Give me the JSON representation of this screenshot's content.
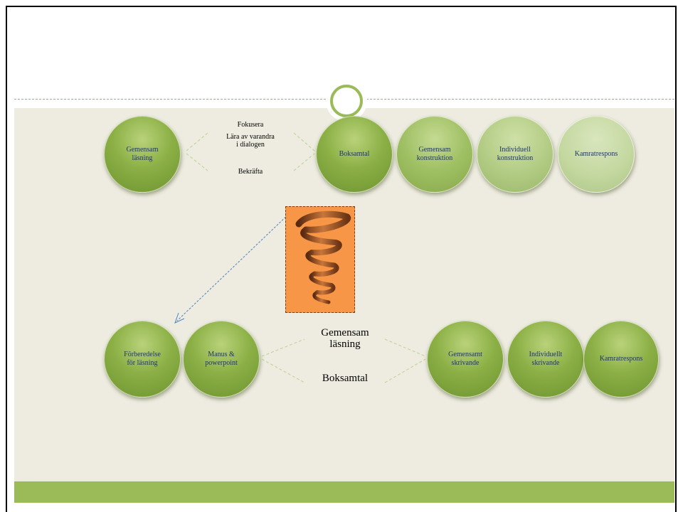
{
  "diagram": {
    "top_row": {
      "left_bubble": "Gemensam\nläsning",
      "center_labels": [
        "Fokusera",
        "Lära av varandra\ni dialogen",
        "Bekräfta"
      ],
      "bubbles": [
        "Boksamtal",
        "Gemensam\nkonstruktion",
        "Individuell\nkonstruktion",
        "Kamratrespons"
      ]
    },
    "bottom_row": {
      "left_bubbles": [
        "Förberedelse\nför läsning",
        "Manus &\npowerpoint"
      ],
      "center_labels": [
        "Gemensam\nläsning",
        "Boksamtal"
      ],
      "right_bubbles": [
        "Gemensamt\nskrivande",
        "Individuellt\nskrivande",
        "Kamratrespons"
      ]
    },
    "image": {
      "icon": "orange-spiral-spring-icon",
      "background": "#f79646"
    }
  },
  "colors": {
    "accent": "#9bbb59",
    "content_background": "#eeece1",
    "bubble_text": "#1f3864",
    "arrow": "#4f81bd"
  }
}
